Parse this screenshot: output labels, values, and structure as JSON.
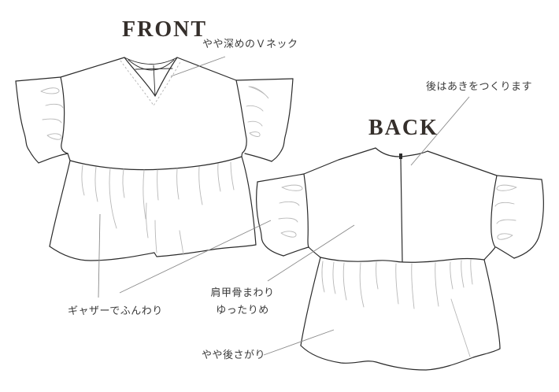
{
  "labels": {
    "front": "FRONT",
    "back": "BACK"
  },
  "annotations": {
    "v_neck": "やや深めのＶネック",
    "back_opening": "後はあきをつくります",
    "gathers": "ギャザーでふんわり",
    "shoulder_blade_line1": "肩甲骨まわり",
    "shoulder_blade_line2": "ゆったりめ",
    "back_hem_drop": "やや後さがり"
  },
  "colors": {
    "outline": "#2b2b2b",
    "gather_stroke": "#b8b8b8",
    "stitch_dotted": "#b0b0b0",
    "leader_line": "#8a8a8a",
    "heading_text": "#352f2b",
    "annotation_text": "#3a3a3a",
    "background": "#ffffff"
  }
}
